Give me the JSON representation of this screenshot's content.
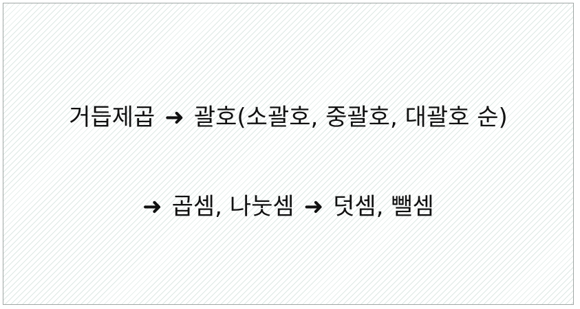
{
  "line1": {
    "text_a": "거듭제곱",
    "arrow": "➜",
    "text_b": "괄호(소괄호, 중괄호, 대괄호 순)"
  },
  "line2": {
    "arrow_1": "➜",
    "text_a": "곱셈, 나눗셈",
    "arrow_2": "➜",
    "text_b": "덧셈, 뺄셈"
  }
}
